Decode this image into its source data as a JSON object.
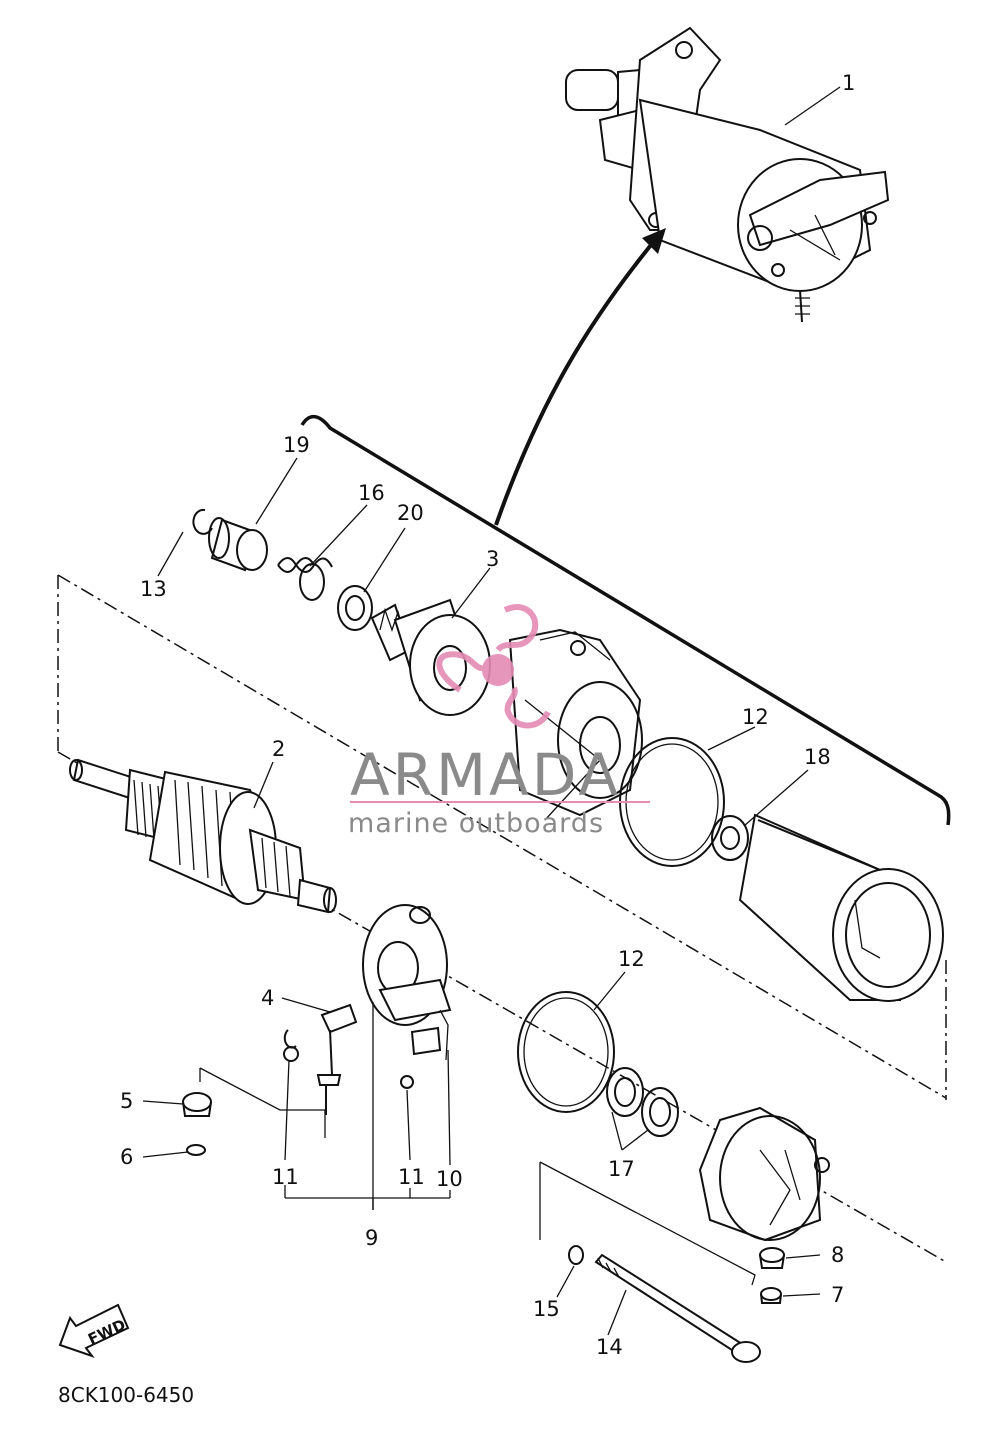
{
  "diagram": {
    "part_code": "8CK100-6450",
    "fwd_label": "FWD",
    "watermark": {
      "title": "ARMADA",
      "subtitle": "marine outboards"
    },
    "callouts": [
      "1",
      "2",
      "3",
      "4",
      "5",
      "6",
      "7",
      "8",
      "9",
      "10",
      "11",
      "11",
      "12",
      "12",
      "13",
      "14",
      "15",
      "16",
      "17",
      "18",
      "19",
      "20"
    ],
    "colors": {
      "line": "#111111",
      "watermark_text": "#8a8a8a",
      "watermark_logo": "#e58bb4"
    }
  }
}
